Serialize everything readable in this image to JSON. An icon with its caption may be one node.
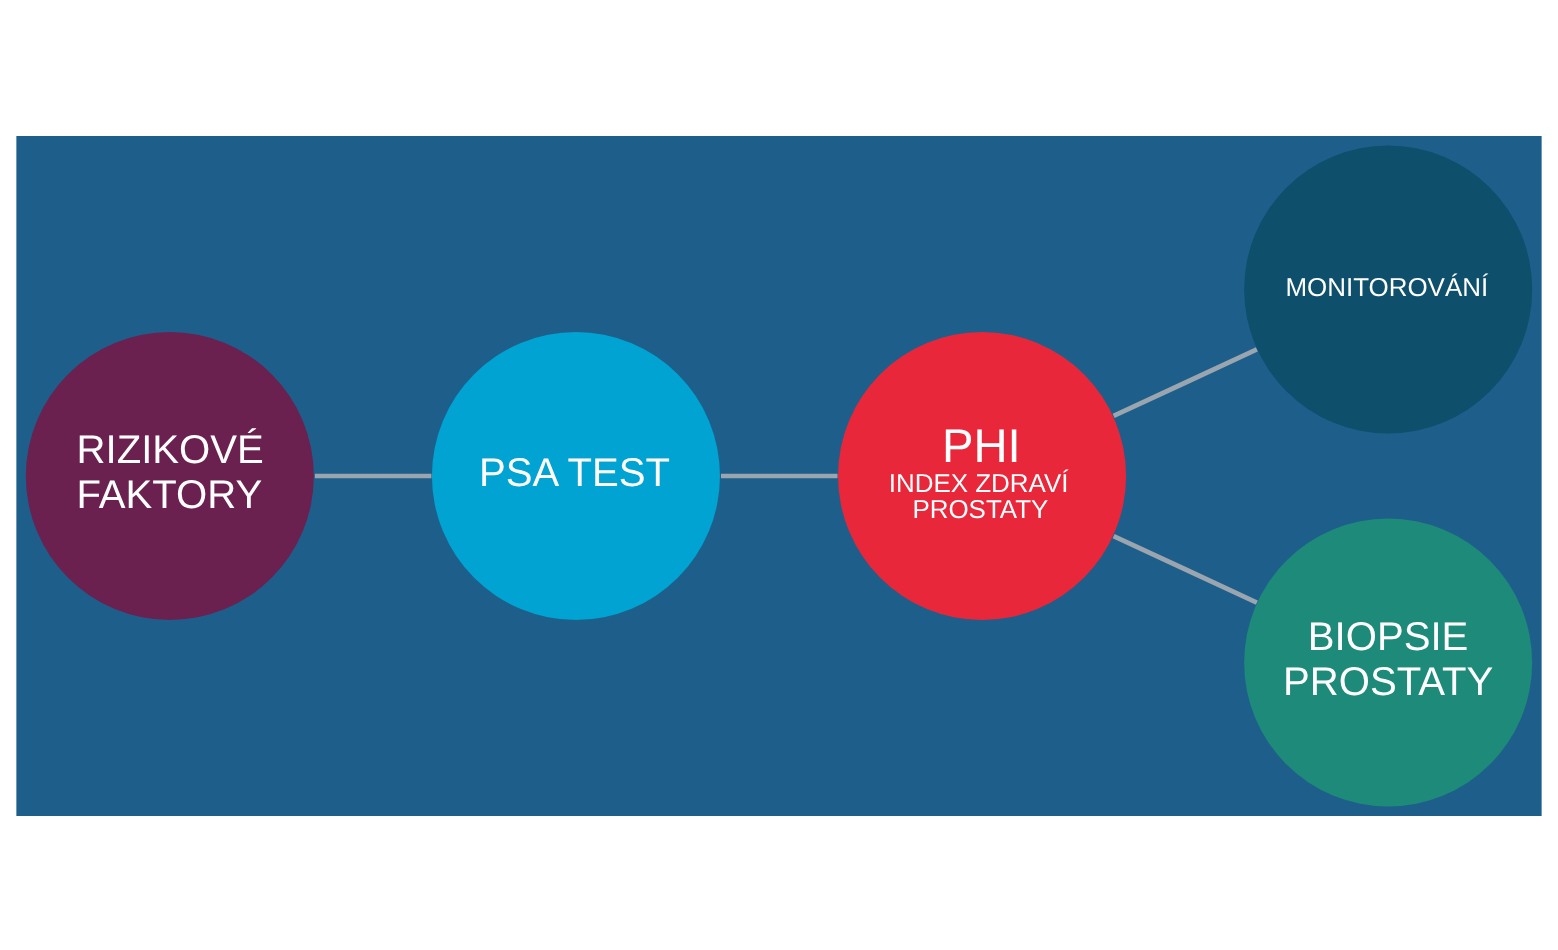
{
  "diagram": {
    "nodes": [
      {
        "text": [
          "RIZIKOVÉ FAKTORY"
        ]
      },
      {
        "text": [
          "PSA TEST"
        ]
      },
      {
        "text": [
          "PHI",
          "INDEX ZDRAVÍ PROSTATY"
        ]
      },
      {
        "text": [
          "MONITOROVÁNÍ"
        ]
      },
      {
        "text": [
          "BIOPSIE PROSTATY"
        ]
      }
    ],
    "edges": [
      {
        "from": 0,
        "to": 1,
        "arrow": "none"
      },
      {
        "from": 1,
        "to": 2,
        "arrow": "none"
      },
      {
        "from": 2,
        "to": 3,
        "arrow": "none"
      },
      {
        "from": 2,
        "to": 4,
        "arrow": "none"
      }
    ]
  }
}
